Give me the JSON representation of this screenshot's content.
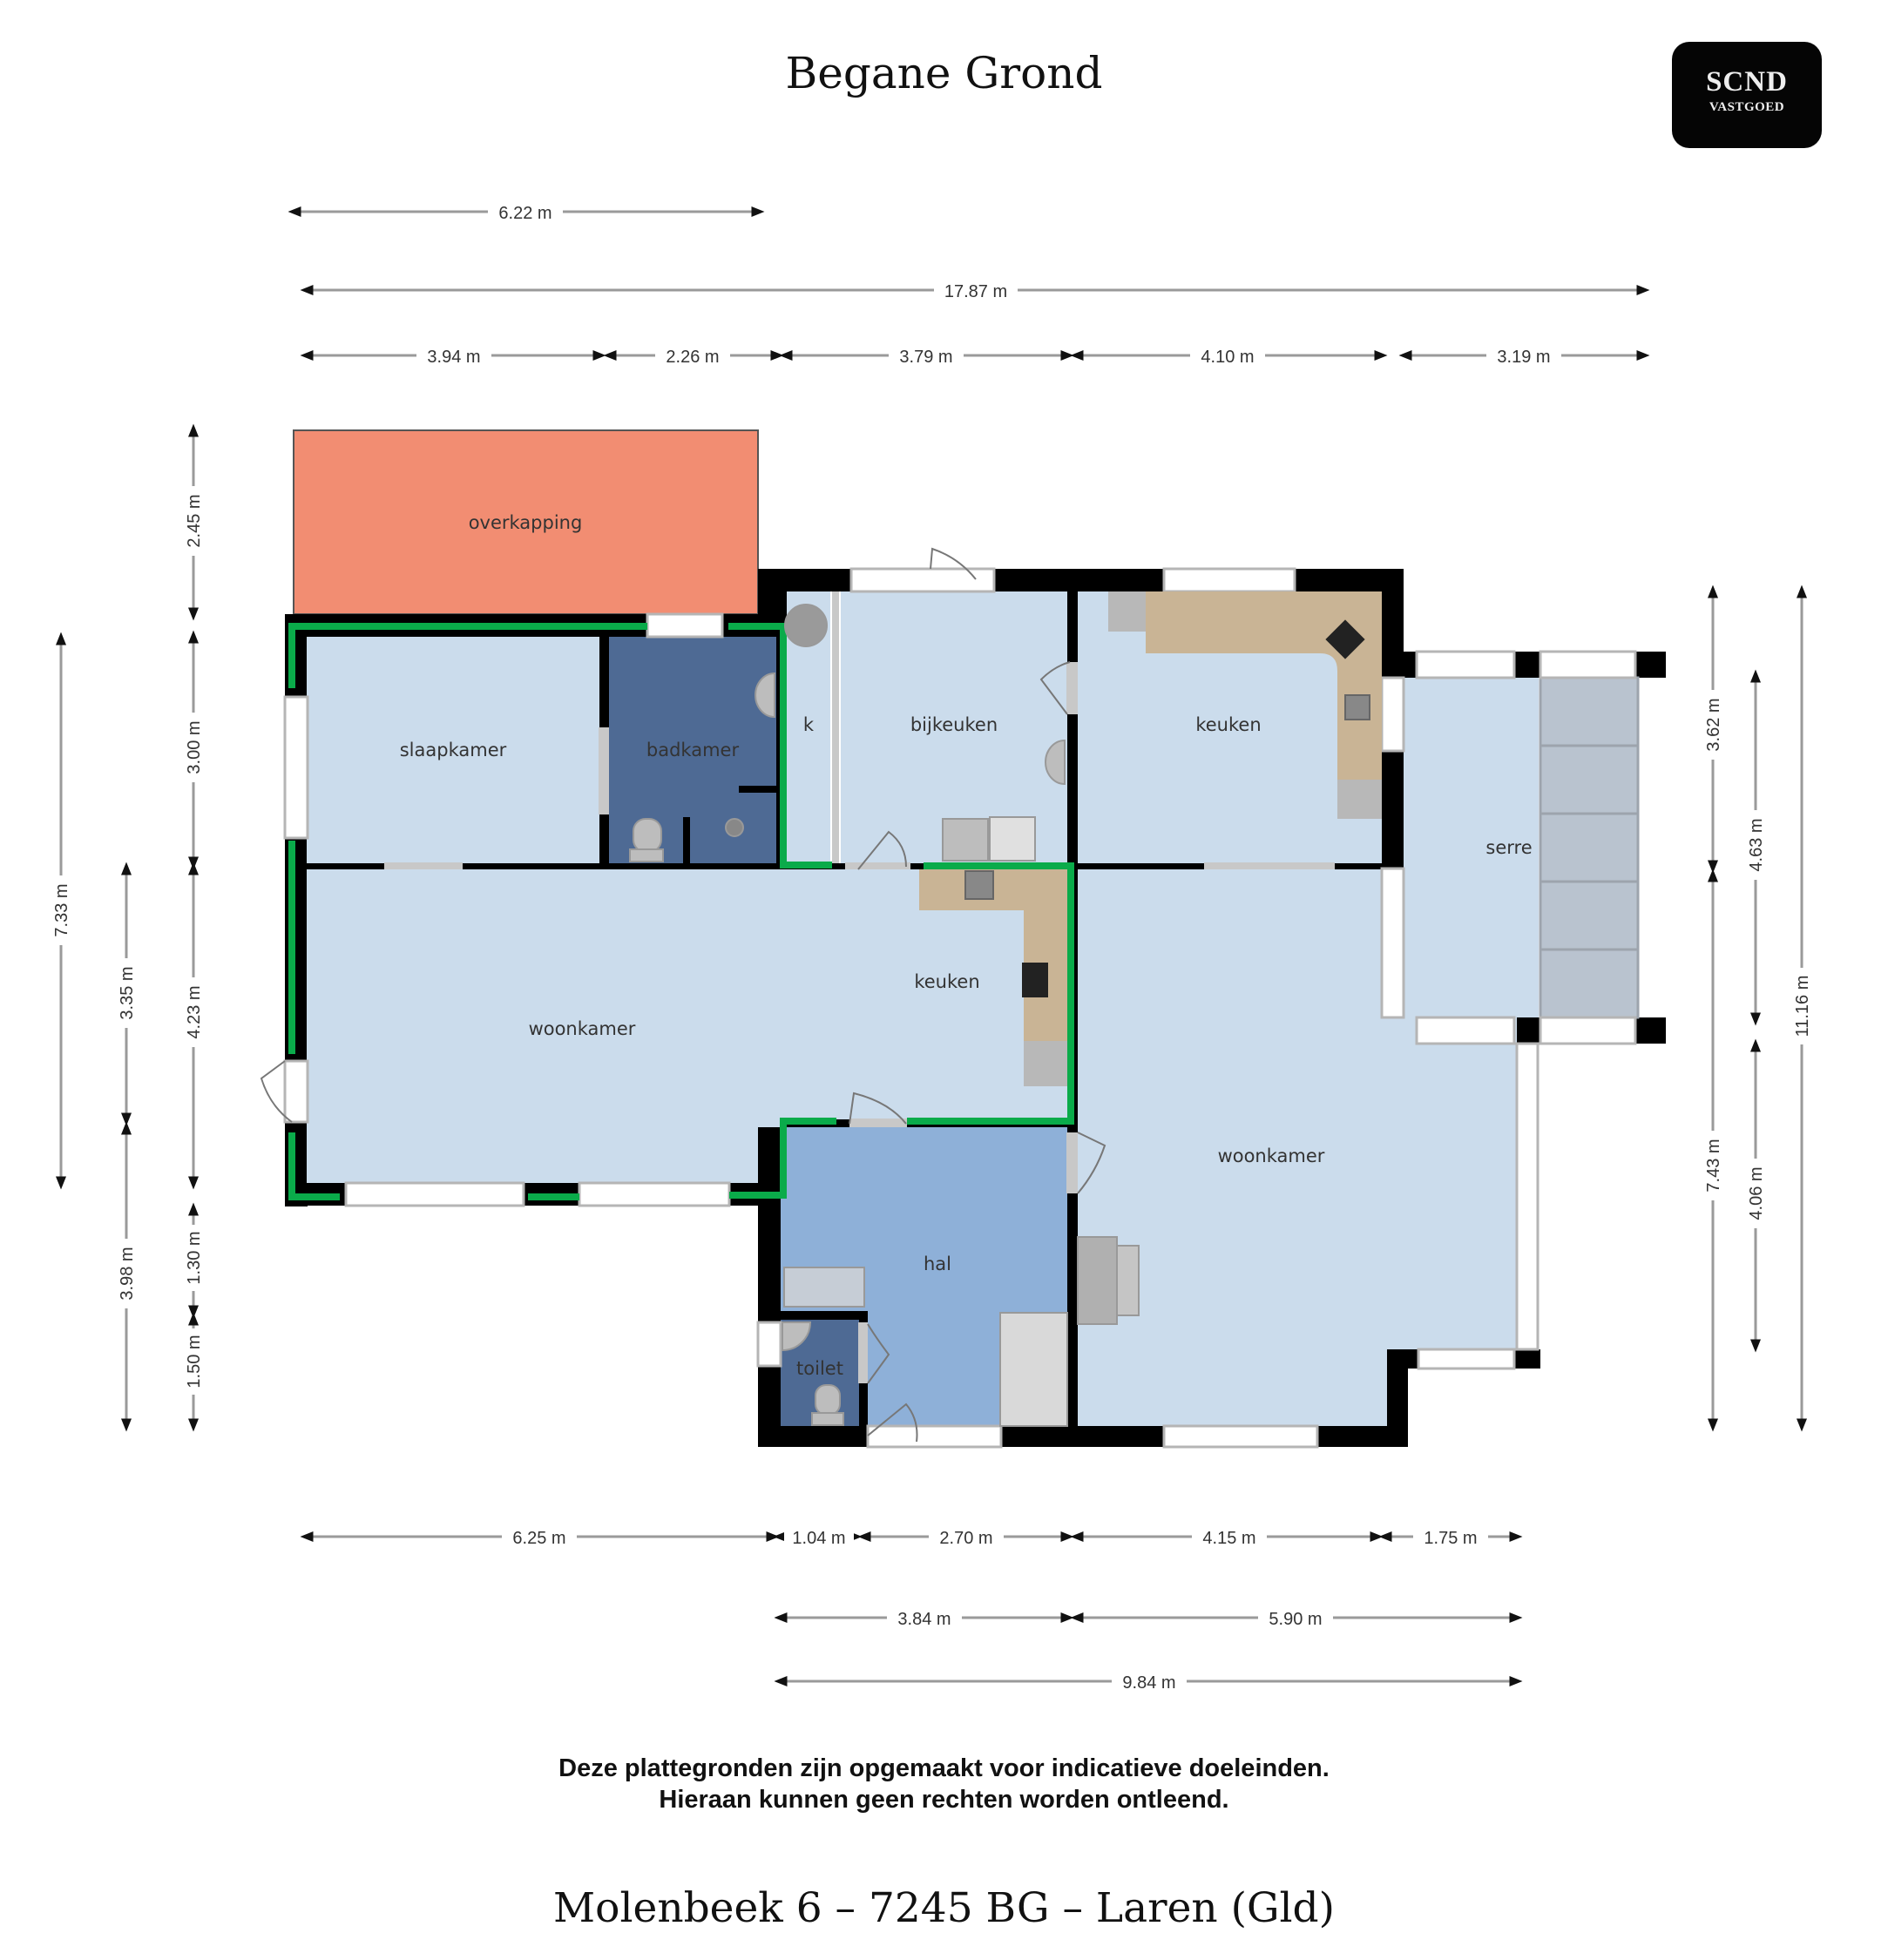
{
  "header": {
    "title": "Begane Grond",
    "logo": {
      "line1": "SCND",
      "line2": "VASTGOED"
    }
  },
  "colors": {
    "floor": "#cbdcec",
    "wet_room": "#4e6a94",
    "hall": "#8eb0d8",
    "covered_terrace": "#f28d72",
    "wall": "#000000",
    "insulation_outline": "#0aab4a",
    "counter": "#c9b495",
    "window": "#c8c8c8"
  },
  "rooms": [
    {
      "id": "overkapping",
      "label": "overkapping"
    },
    {
      "id": "slaapkamer",
      "label": "slaapkamer"
    },
    {
      "id": "badkamer",
      "label": "badkamer"
    },
    {
      "id": "k",
      "label": "k"
    },
    {
      "id": "bijkeuken",
      "label": "bijkeuken"
    },
    {
      "id": "keuken_back",
      "label": "keuken"
    },
    {
      "id": "serre",
      "label": "serre"
    },
    {
      "id": "woonkamer_west",
      "label": "woonkamer"
    },
    {
      "id": "keuken_open",
      "label": "keuken"
    },
    {
      "id": "woonkamer_east",
      "label": "woonkamer"
    },
    {
      "id": "hal",
      "label": "hal"
    },
    {
      "id": "toilet",
      "label": "toilet"
    }
  ],
  "dimensions": {
    "top": {
      "overkapping_width": "6.22 m",
      "total_width": "17.87 m",
      "segments": [
        "3.94 m",
        "2.26 m",
        "3.79 m",
        "4.10 m",
        "3.19 m"
      ]
    },
    "left": {
      "outer": "7.33 m",
      "middle": [
        "3.35 m",
        "3.98 m"
      ],
      "inner": [
        "2.45 m",
        "3.00 m",
        "4.23 m",
        "1.30 m",
        "1.50 m"
      ]
    },
    "right": {
      "inner": [
        "3.62 m",
        "7.43 m"
      ],
      "middle": [
        "4.63 m",
        "4.06 m"
      ],
      "outer": "11.16 m"
    },
    "bottom": {
      "segments": [
        "6.25 m",
        "1.04 m",
        "2.70 m",
        "4.15 m",
        "1.75 m"
      ],
      "middle": [
        "3.84 m",
        "5.90 m"
      ],
      "total": "9.84 m"
    }
  },
  "footer": {
    "disclaimer_line1": "Deze plattegronden zijn opgemaakt voor indicatieve doeleinden.",
    "disclaimer_line2": "Hieraan kunnen geen rechten worden ontleend.",
    "address": "Molenbeek 6 – 7245 BG – Laren (Gld)"
  }
}
